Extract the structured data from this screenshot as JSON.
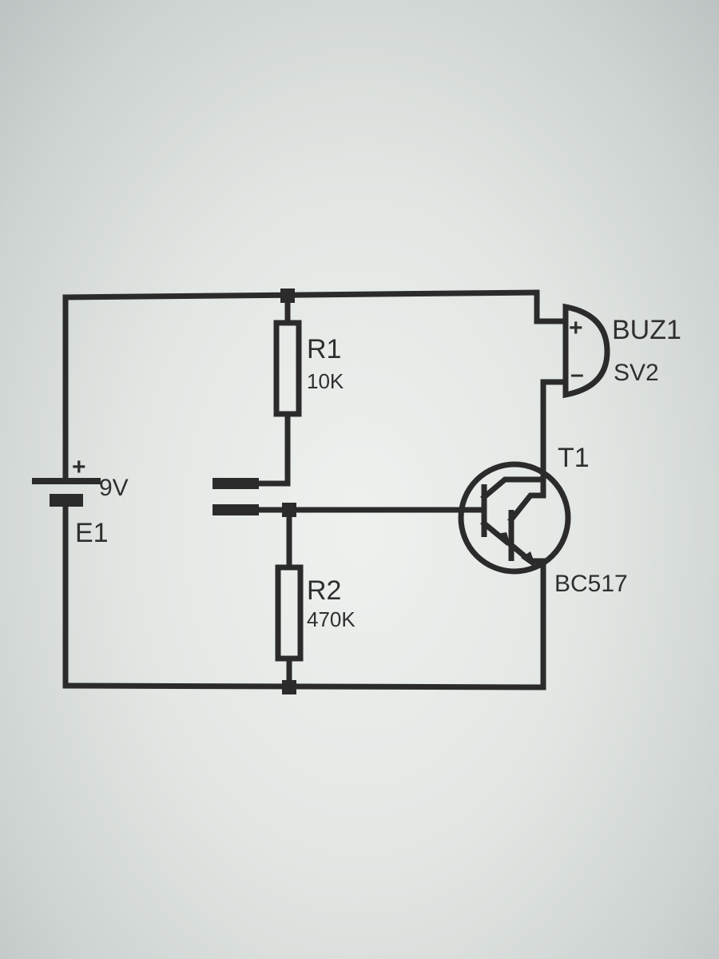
{
  "diagram": {
    "battery": {
      "name": "E1",
      "value": "9V",
      "plus": "+"
    },
    "resistor1": {
      "name": "R1",
      "value": "10K"
    },
    "resistor2": {
      "name": "R2",
      "value": "470K"
    },
    "transistor": {
      "name": "T1",
      "value": "BC517"
    },
    "buzzer": {
      "name": "BUZ1",
      "value": "SV2",
      "plus": "+",
      "minus": "–"
    },
    "colors": {
      "ink": "#2b2b2b",
      "background": "#e6e9e6"
    }
  }
}
